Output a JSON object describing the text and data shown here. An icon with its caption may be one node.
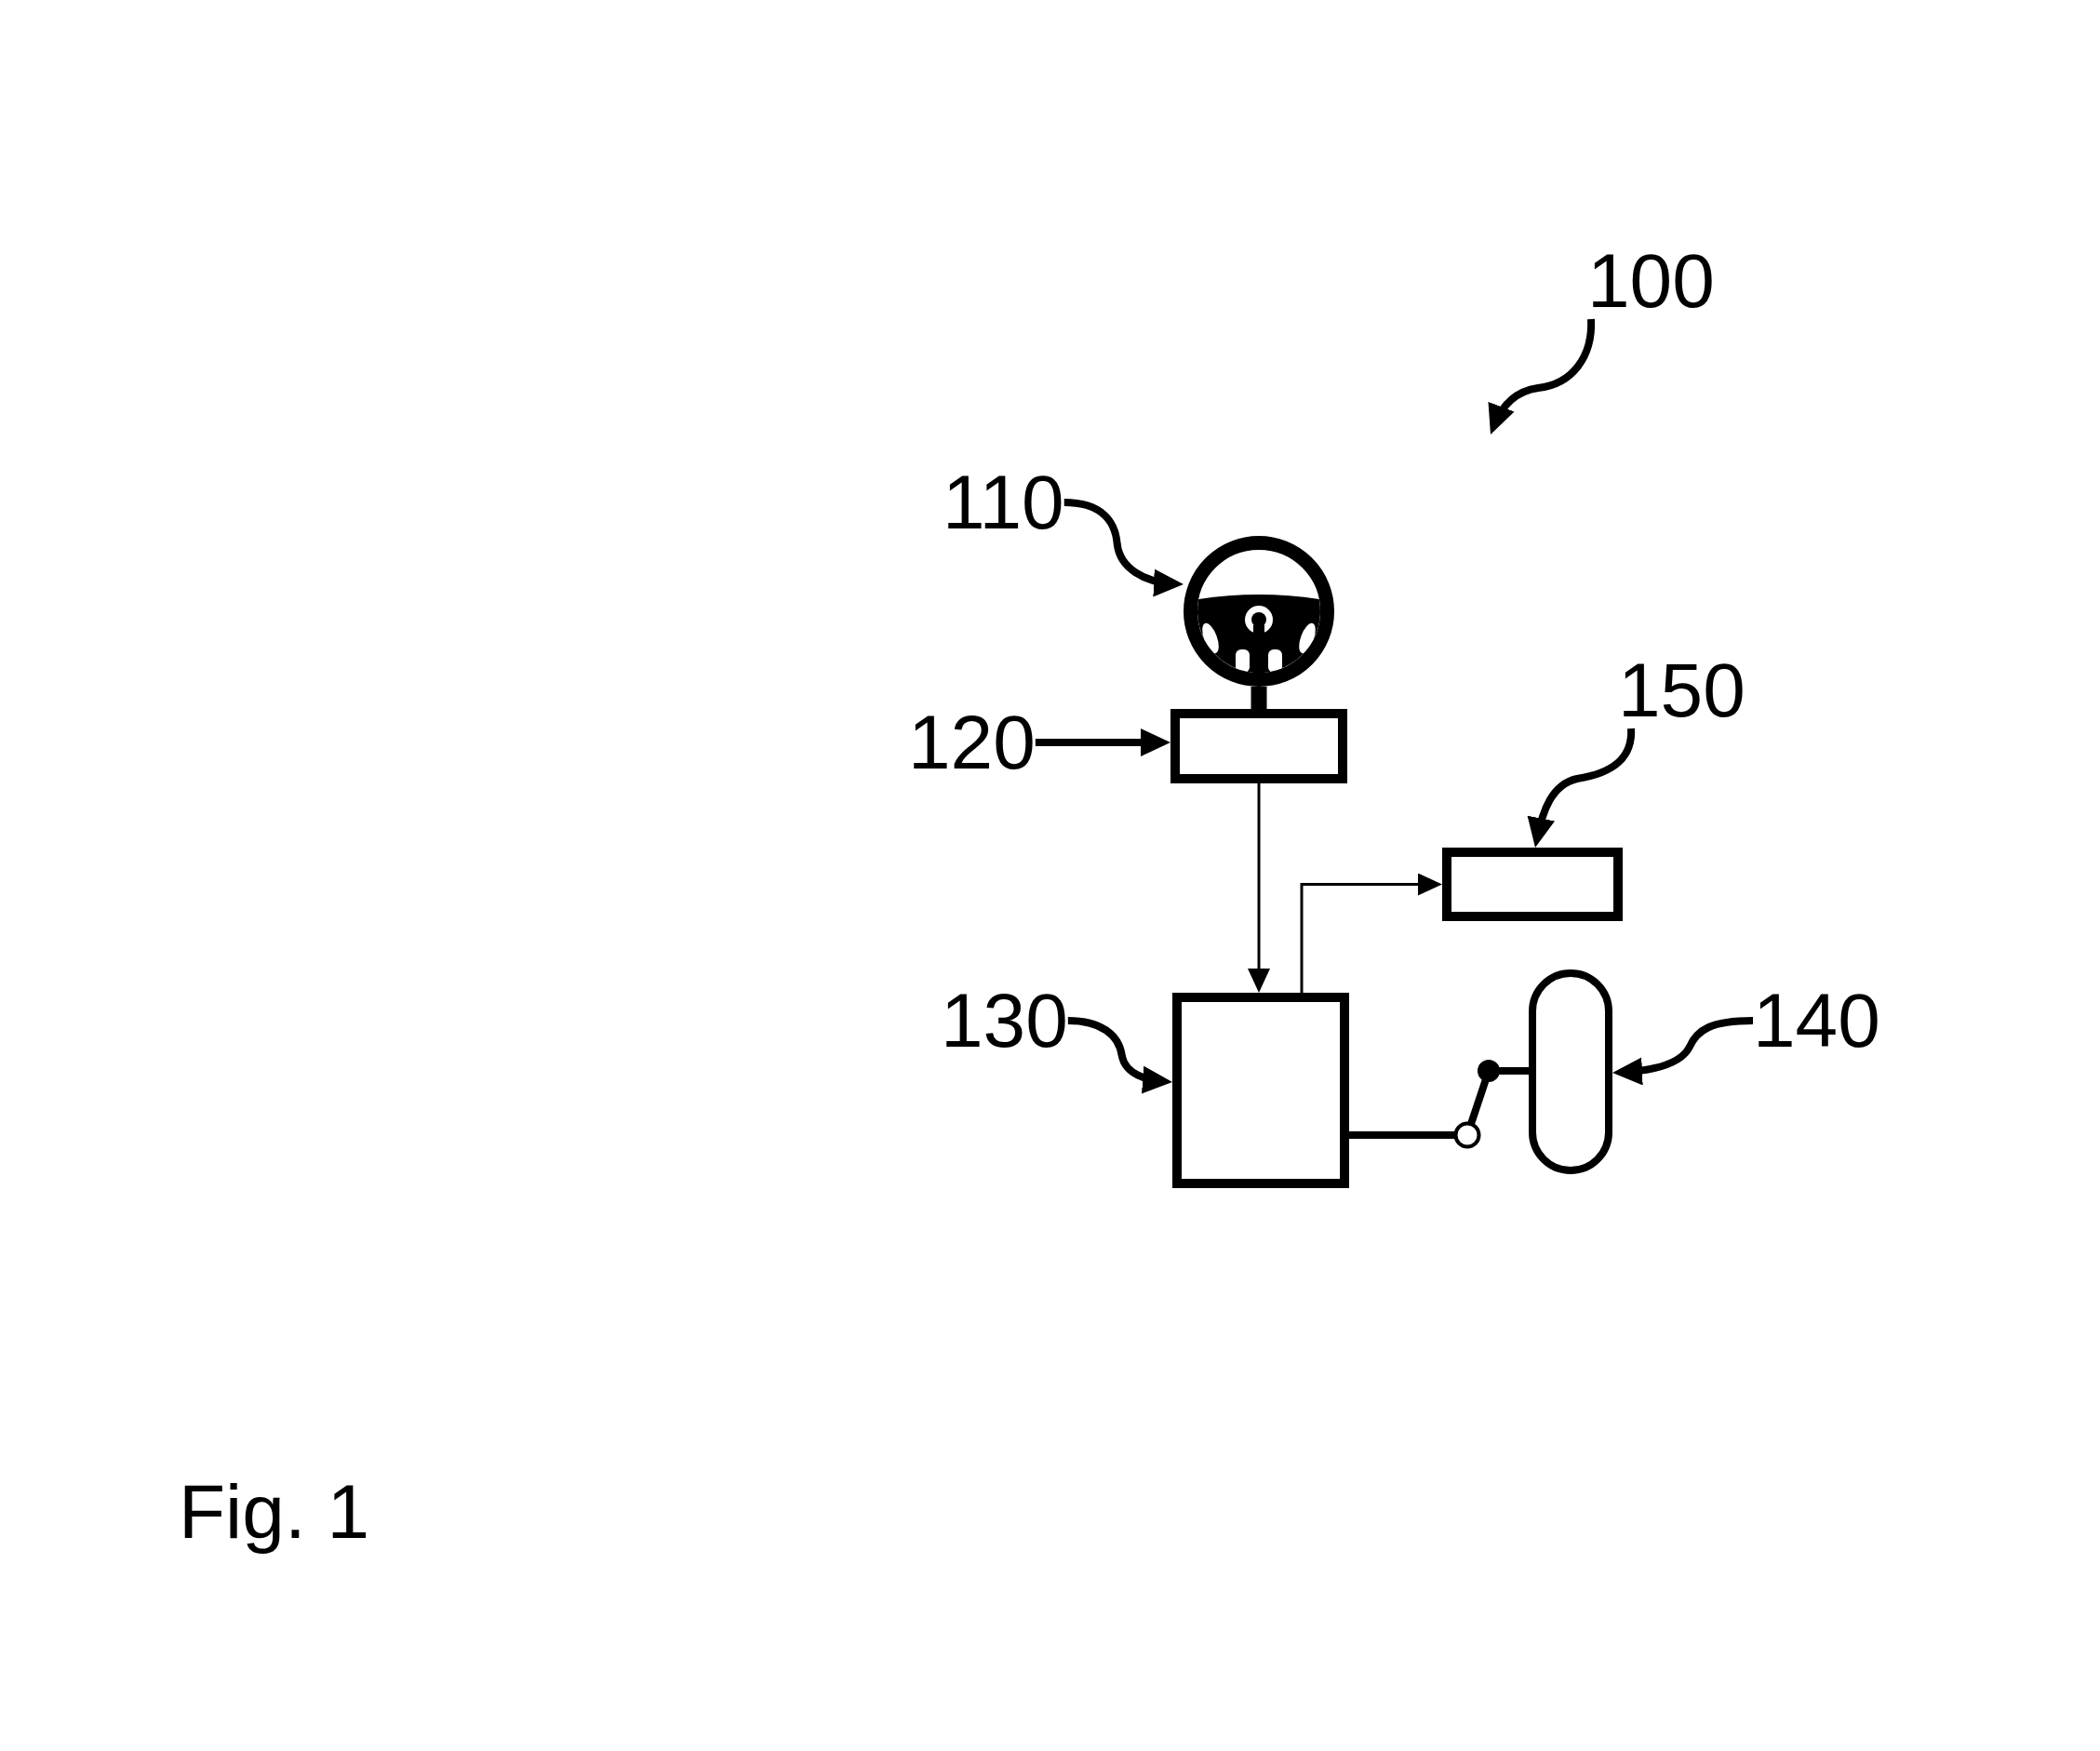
{
  "diagram": {
    "caption": "Fig. 1",
    "nodes": [
      {
        "text": [
          "100"
        ]
      },
      {
        "text": [
          "110"
        ]
      },
      {
        "text": [],
        "shape": "picture"
      },
      {
        "text": [
          "120"
        ]
      },
      {
        "text": [],
        "shape": "box"
      },
      {
        "text": [
          "150"
        ]
      },
      {
        "text": [],
        "shape": "box"
      },
      {
        "text": [
          "130"
        ]
      },
      {
        "text": [],
        "shape": "box"
      },
      {
        "text": [
          "140"
        ]
      },
      {
        "text": [],
        "shape": "capsule"
      }
    ],
    "edges": [
      {
        "from": 0,
        "to": null,
        "arrow": "to"
      },
      {
        "from": 1,
        "to": 2,
        "arrow": "to"
      },
      {
        "from": 2,
        "to": 4,
        "arrow": "none",
        "style": "thick"
      },
      {
        "from": 3,
        "to": 4,
        "arrow": "to"
      },
      {
        "from": 4,
        "to": 8,
        "arrow": "to"
      },
      {
        "from": 8,
        "to": 6,
        "arrow": "to"
      },
      {
        "from": 5,
        "to": 6,
        "arrow": "to"
      },
      {
        "from": 7,
        "to": 8,
        "arrow": "to"
      },
      {
        "from": 8,
        "to": 10,
        "arrow": "none"
      },
      {
        "from": 9,
        "to": 10,
        "arrow": "to"
      }
    ]
  }
}
